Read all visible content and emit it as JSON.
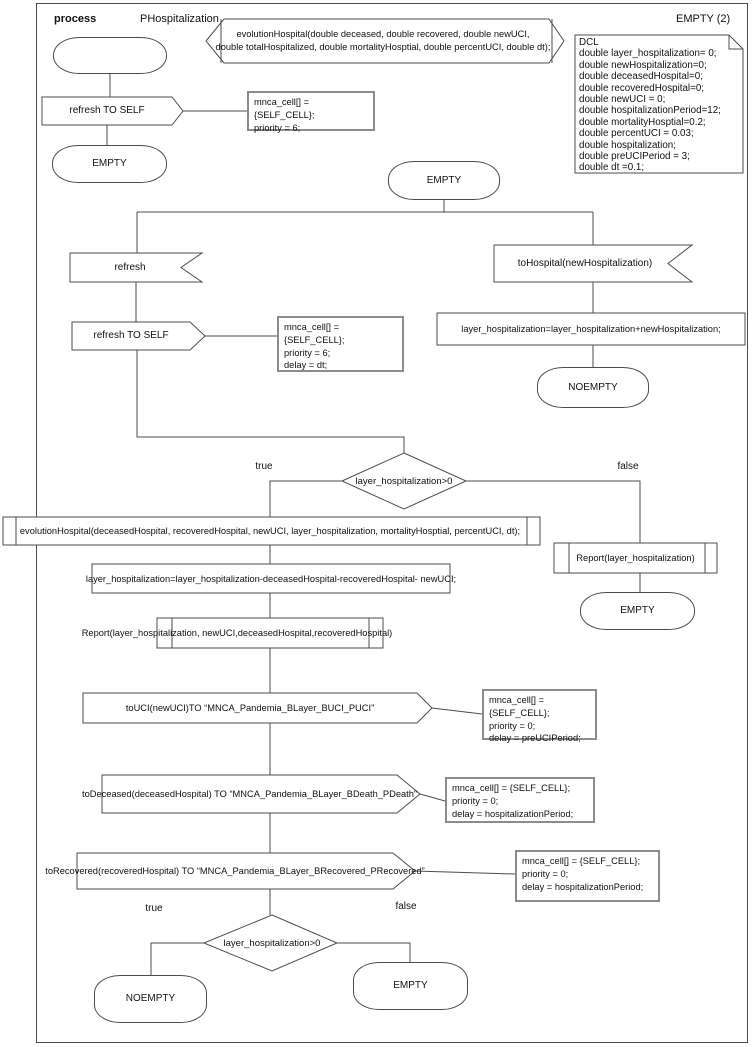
{
  "header": {
    "keyword": "process",
    "name": "PHospitalization",
    "state_header": "EMPTY (2)"
  },
  "signature_lines": [
    "evolutionHospital(double deceased, double recovered, double newUCI,",
    "double totalHospitalized, double mortalityHosptial, double percentUCI, double dt);"
  ],
  "dcl_lines": [
    "DCL",
    "double layer_hospitalization= 0;",
    "double newHospitalization=0;",
    "double deceasedHospital=0;",
    "double recoveredHospital=0;",
    "double newUCI = 0;",
    "double hospitalizationPeriod=12;",
    "double mortalityHosptial=0.2;",
    "double percentUCI = 0.03;",
    "double hospitalization;",
    "double preUCIPeriod = 3;",
    "double dt =0.1;"
  ],
  "sec1": {
    "send_refresh": "refresh TO SELF",
    "comment": [
      "mnca_cell[] = {SELF_CELL};",
      "priority = 6;"
    ],
    "state_empty": "EMPTY"
  },
  "sec2": {
    "state_top": "EMPTY",
    "recv_refresh": "refresh",
    "send_refresh": "refresh TO SELF",
    "comment_refresh": [
      "mnca_cell[] = {SELF_CELL};",
      "priority = 6;",
      "delay = dt;"
    ],
    "recv_tohospital": "toHospital(newHospitalization)",
    "task_add": "layer_hospitalization=layer_hospitalization+newHospitalization;",
    "state_noempty": "NOEMPTY",
    "decision1": "layer_hospitalization>0",
    "true_label": "true",
    "false_label": "false",
    "call_evolution": "evolutionHospital(deceasedHospital, recoveredHospital, newUCI, layer_hospitalization, mortalityHosptial, percentUCI, dt);",
    "call_report_false": "Report(layer_hospitalization)",
    "state_empty_false": "EMPTY",
    "task_sub": "layer_hospitalization=layer_hospitalization-deceasedHospital-recoveredHospital- newUCI;",
    "call_report": "Report(layer_hospitalization, newUCI,deceasedHospital,recoveredHospital)",
    "send_touci": "toUCI(newUCI)TO “MNCA_Pandemia_BLayer_BUCI_PUCI”",
    "comment_touci": [
      "mnca_cell[] = {SELF_CELL};",
      "priority = 0;",
      "delay = preUCIPeriod;"
    ],
    "send_todeceased": "toDeceased(deceasedHospital) TO “MNCA_Pandemia_BLayer_BDeath_PDeath”",
    "comment_todeceased": [
      "mnca_cell[] = {SELF_CELL};",
      "priority = 0;",
      "delay = hospitalizationPeriod;"
    ],
    "send_torecovered": "toRecovered(recoveredHospital) TO “MNCA_Pandemia_BLayer_BRecovered_PRecovered”",
    "comment_torecovered": [
      "mnca_cell[] = {SELF_CELL};",
      "priority = 0;",
      "delay = hospitalizationPeriod;"
    ],
    "decision2": "layer_hospitalization>0",
    "true_label2": "true",
    "false_label2": "false",
    "state_noempty_end": "NOEMPTY",
    "state_empty_end": "EMPTY"
  },
  "colors": {
    "stroke": "#4d4d4d",
    "comment_border": "#8c8c8c",
    "background": "#ffffff"
  }
}
